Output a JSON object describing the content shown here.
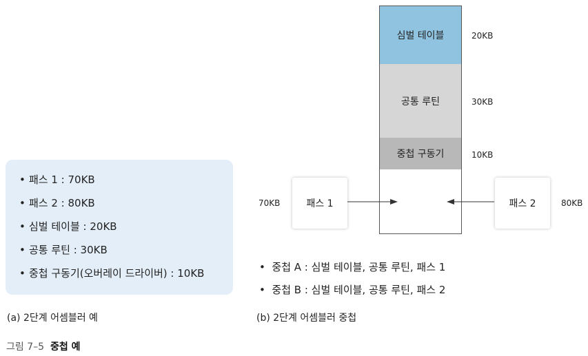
{
  "left_panel": {
    "bullet": "•",
    "items": [
      "패스 1 : 70KB",
      "패스 2 : 80KB",
      "심벌 테이블 : 20KB",
      "공통 루틴 : 30KB",
      "중첩 구동기(오버레이 드라이버) : 10KB"
    ],
    "caption": "(a) 2단계 어셈블러 예"
  },
  "memory": {
    "blocks": [
      {
        "label": "심벌 테이블",
        "size": "20KB",
        "color": "#8fc3e0"
      },
      {
        "label": "공통 루틴",
        "size": "30KB",
        "color": "#d6d6d6"
      },
      {
        "label": "중첩 구동기",
        "size": "10KB",
        "color": "#b8b8b8"
      },
      {
        "label": "",
        "size": "",
        "color": "#ffffff"
      }
    ]
  },
  "passes": [
    {
      "label": "패스 1",
      "size": "70KB"
    },
    {
      "label": "패스 2",
      "size": "80KB"
    }
  ],
  "notes": {
    "bullet": "•",
    "items": [
      "중첩 A : 심벌 테이블, 공통 루틴, 패스 1",
      "중첩 B : 심벌 테이블, 공통 루틴, 패스 2"
    ]
  },
  "right_caption": "(b) 2단계 어셈블러 중첩",
  "figure": {
    "number": "그림 7–5",
    "title": "중첩 예"
  }
}
